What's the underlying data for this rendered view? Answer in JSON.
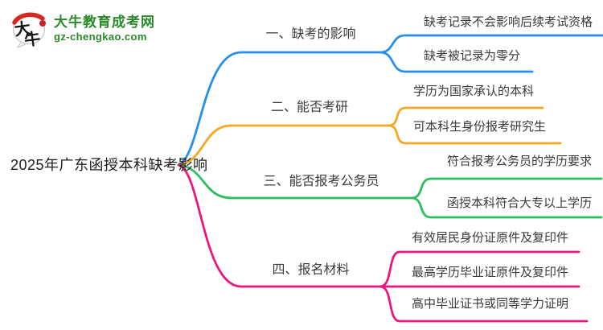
{
  "logo": {
    "title": "大牛教育成考网",
    "subtitle": "gz-chengkao.com",
    "brand_color": "#2a8a2a",
    "icon_chars": [
      "大",
      "牛"
    ],
    "icon_arc_color": "#d3291f",
    "icon_seal_color": "#c1272d"
  },
  "mindmap": {
    "root": {
      "label": "2025年广东函授本科缺考影响"
    },
    "branches": [
      {
        "label": "一、缺考的影响",
        "color": "#2490EB",
        "children": [
          {
            "label": "缺考记录不会影响后续考试资格"
          },
          {
            "label": "缺考被记录为零分"
          }
        ]
      },
      {
        "label": "二、能否考研",
        "color": "#F5A623",
        "children": [
          {
            "label": "学历为国家承认的本科"
          },
          {
            "label": "可本科生身份报考研究生"
          }
        ]
      },
      {
        "label": "三、能否报考公务员",
        "color": "#2DBE60",
        "children": [
          {
            "label": "符合报考公务员的学历要求"
          },
          {
            "label": "函授本科符合大专以上学历"
          }
        ]
      },
      {
        "label": "四、报名材料",
        "color": "#ED157E",
        "children": [
          {
            "label": "有效居民身份证原件及复印件"
          },
          {
            "label": "最高学历毕业证原件及复印件"
          },
          {
            "label": "高中毕业证书或同等学力证明"
          }
        ]
      }
    ]
  }
}
